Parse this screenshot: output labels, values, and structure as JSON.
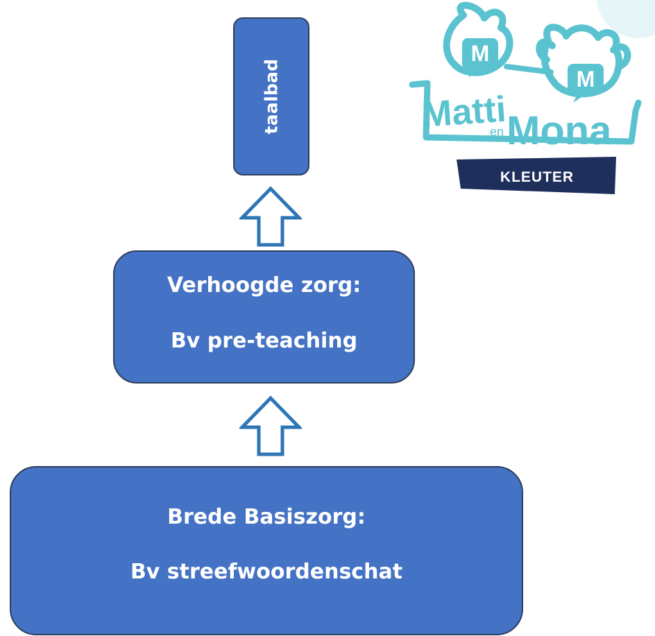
{
  "diagram": {
    "top_box": {
      "label": "taalbad"
    },
    "middle_box": {
      "line1": "Verhoogde zorg:",
      "line2": "Bv pre-teaching"
    },
    "bottom_box": {
      "line1": "Brede Basiszorg:",
      "line2": "Bv streefwoordenschat"
    },
    "arrows": [
      {
        "from": "bottom_box",
        "to": "middle_box",
        "icon": "up-arrow-icon"
      },
      {
        "from": "middle_box",
        "to": "top_box",
        "icon": "up-arrow-icon"
      }
    ],
    "colors": {
      "box_fill": "#4472C4",
      "box_border": "#2F3F5C",
      "arrow_stroke": "#2E75B6",
      "text": "#FFFFFF"
    }
  },
  "logo": {
    "name_1": "Matti",
    "connector": "en",
    "name_2": "Mona",
    "badge": "KLEUTER",
    "speech_letter_1": "M",
    "speech_letter_2": "M",
    "colors": {
      "teal": "#5BC3D0",
      "navy": "#1F2F5C",
      "white": "#FFFFFF"
    }
  }
}
